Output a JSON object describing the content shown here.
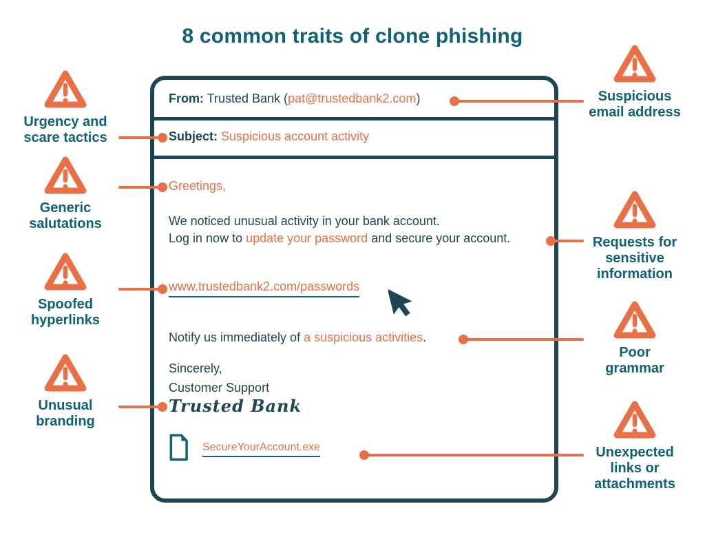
{
  "title": "8 common traits of clone phishing",
  "colors": {
    "teal_heading": "#0f6174",
    "dark_teal_text": "#1d4552",
    "orange_accent": "#e87046",
    "background": "#ffffff"
  },
  "icons": {
    "warning": "warning-triangle-icon",
    "attachment_file": "document-file-icon",
    "cursor": "mouse-pointer-icon"
  },
  "email": {
    "from_label": "From:",
    "from_name": " Trusted Bank (",
    "from_address": "pat@trustedbank2.com",
    "from_close": ")",
    "subject_label": "Subject:",
    "subject_text": " Suspicious account activity",
    "greeting": "Greetings,",
    "body_line1": "We noticed unusual activity in your bank account.",
    "body_line2_pre": "Log in now to ",
    "body_line2_highlight": "update your password",
    "body_line2_post": " and secure your account.",
    "link_url": "www.trustedbank2.com/passwords",
    "notify_pre": "Notify us immediately of ",
    "notify_highlight": "a suspicious activities",
    "notify_post": ".",
    "closing_line1": "Sincerely,",
    "closing_line2": "Customer Support",
    "signature": "Trusted Bank",
    "attachment_name": "SecureYourAccount.exe"
  },
  "left_callouts": [
    {
      "text": "Urgency and\nscare tactics"
    },
    {
      "text": "Generic\nsalutations"
    },
    {
      "text": "Spoofed\nhyperlinks"
    },
    {
      "text": "Unusual\nbranding"
    }
  ],
  "right_callouts": [
    {
      "text": "Suspicious\nemail address"
    },
    {
      "text": "Requests for\nsensitive\ninformation"
    },
    {
      "text": "Poor\ngrammar"
    },
    {
      "text": "Unexpected\nlinks or\nattachments"
    }
  ]
}
